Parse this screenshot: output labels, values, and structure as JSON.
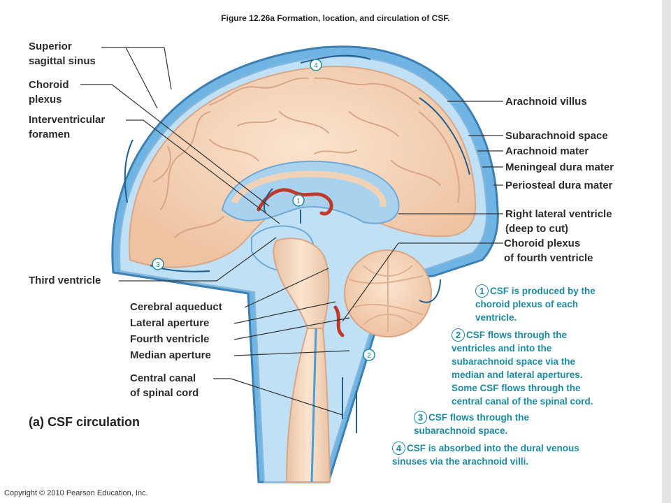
{
  "figure_title": "Figure 12.26a  Formation, location, and circulation of CSF.",
  "panel_label": "(a)  CSF circulation",
  "copyright": "Copyright © 2010 Pearson Education, Inc.",
  "labels_left": {
    "superior_sagittal_sinus": "Superior\nsagittal sinus",
    "choroid_plexus": "Choroid\nplexus",
    "interventricular_foramen": "Interventricular\nforamen",
    "third_ventricle": "Third ventricle",
    "cerebral_aqueduct": "Cerebral aqueduct",
    "lateral_aperture": "Lateral aperture",
    "fourth_ventricle": "Fourth ventricle",
    "median_aperture": "Median aperture",
    "central_canal": "Central canal\nof spinal cord"
  },
  "labels_right": {
    "arachnoid_villus": "Arachnoid villus",
    "subarachnoid_space": "Subarachnoid space",
    "arachnoid_mater": "Arachnoid mater",
    "meningeal_dura_mater": "Meningeal dura mater",
    "periosteal_dura_mater": "Periosteal dura mater",
    "right_lateral_ventricle": "Right lateral ventricle\n(deep to cut)",
    "choroid_plexus_fourth": "Choroid plexus\nof fourth ventricle"
  },
  "steps": [
    {
      "num": "1",
      "text": "CSF is produced by the",
      "cont": [
        "choroid plexus of each",
        "ventricle."
      ]
    },
    {
      "num": "2",
      "text": "CSF flows through the",
      "cont": [
        "ventricles and into the",
        "subarachnoid space via the",
        "median and lateral apertures.",
        "Some CSF flows through the",
        "central canal of the spinal cord."
      ]
    },
    {
      "num": "3",
      "text": "CSF flows through the",
      "cont": [
        "subarachnoid space."
      ]
    },
    {
      "num": "4",
      "text": "CSF is absorbed into the dural venous",
      "cont": [
        "sinuses via the arachnoid villi."
      ]
    }
  ],
  "diagram_markers": [
    "1",
    "2",
    "3",
    "4"
  ],
  "colors": {
    "csf_blue": "#4a9fd8",
    "light_blue": "#b9dcf3",
    "brain_tissue": "#f6d7bc",
    "brain_outline": "#d9a687",
    "choroid_red": "#c0392b",
    "step_teal": "#1d8aa0"
  }
}
